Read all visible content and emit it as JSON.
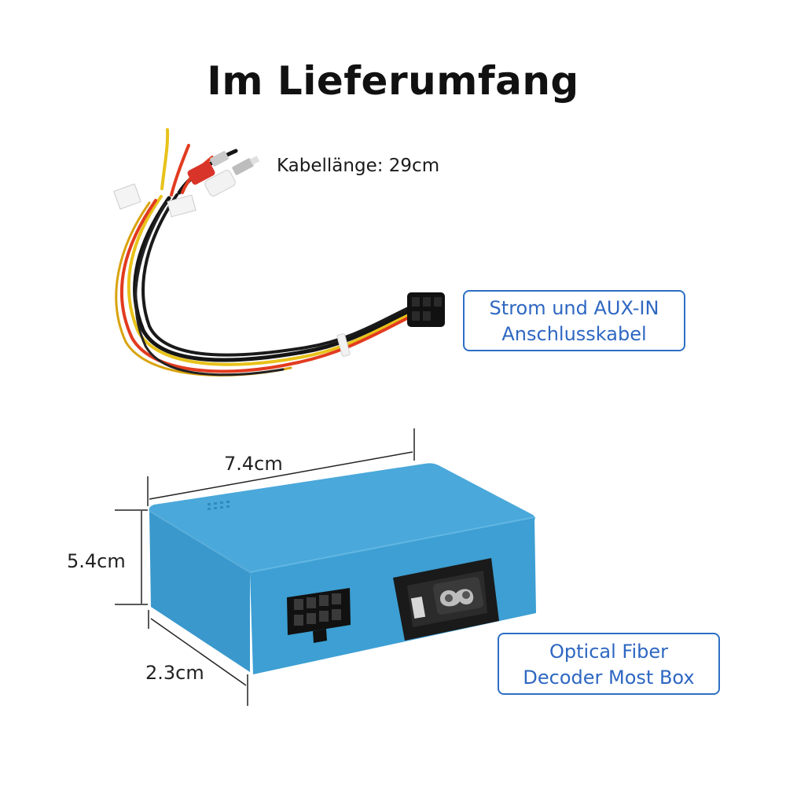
{
  "title": "Im Lieferumfang",
  "cable_length_label": "Kabellänge: 29cm",
  "badges": {
    "cable": [
      "Strom und AUX-IN",
      "Anschlusskabel"
    ],
    "box": [
      "Optical Fiber",
      "Decoder Most Box"
    ]
  },
  "dimensions": {
    "length": "7.4cm",
    "height": "5.4cm",
    "depth": "2.3cm"
  },
  "colors": {
    "box_blue": "#3d9fd3",
    "badge_border": "#2d6fc4",
    "badge_text": "#2e67c2"
  }
}
